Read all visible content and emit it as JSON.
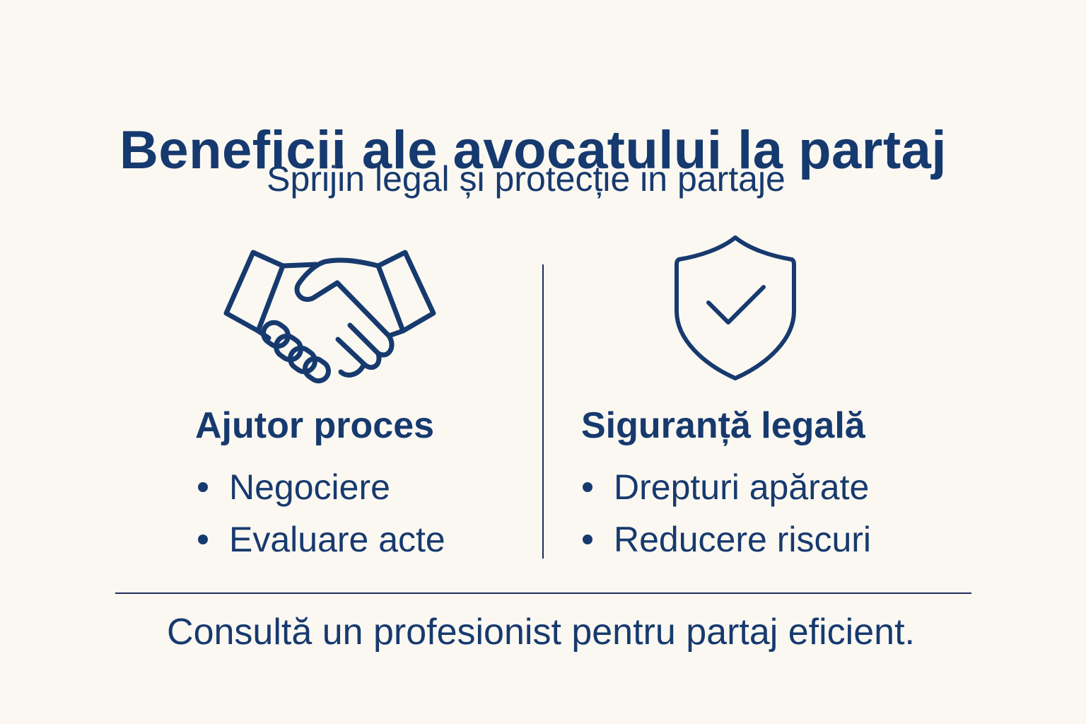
{
  "header": {
    "title": "Beneficii ale avocatului la partaj",
    "subtitle": "Sprijin legal și protecție in partaje"
  },
  "columns": [
    {
      "icon": "handshake-icon",
      "title": "Ajutor proces",
      "items": [
        "Negociere",
        "Evaluare acte"
      ]
    },
    {
      "icon": "shield-check-icon",
      "title": "Siguranță legală",
      "items": [
        "Drepturi apărate",
        "Reducere riscuri"
      ]
    }
  ],
  "footer": {
    "text": "Consultă un profesionist pentru partaj eficient."
  },
  "colors": {
    "background": "#fbf8f2",
    "primary": "#173a6e",
    "divider": "#1d2c5a"
  }
}
